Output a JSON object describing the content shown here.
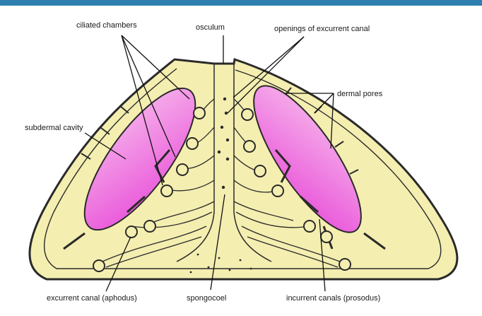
{
  "labels": {
    "ciliated_chambers": "ciliated chambers",
    "osculum": "osculum",
    "openings_excurrent": "openings of excurrent canal",
    "dermal_pores": "dermal pores",
    "subdermal_cavity": "subdermal cavity",
    "excurrent_canal": "excurrent canal (aphodus)",
    "spongocoel": "spongocoel",
    "incurrent_canals": "incurrent canals (prosodus)"
  },
  "colors": {
    "top_bar": "#2e7fb0",
    "body_fill": "#f4eeb0",
    "outline": "#2a2a2a",
    "cavity_magenta": "#e84ed8",
    "cavity_light": "#f7b6ec",
    "leader_line": "#111111"
  }
}
